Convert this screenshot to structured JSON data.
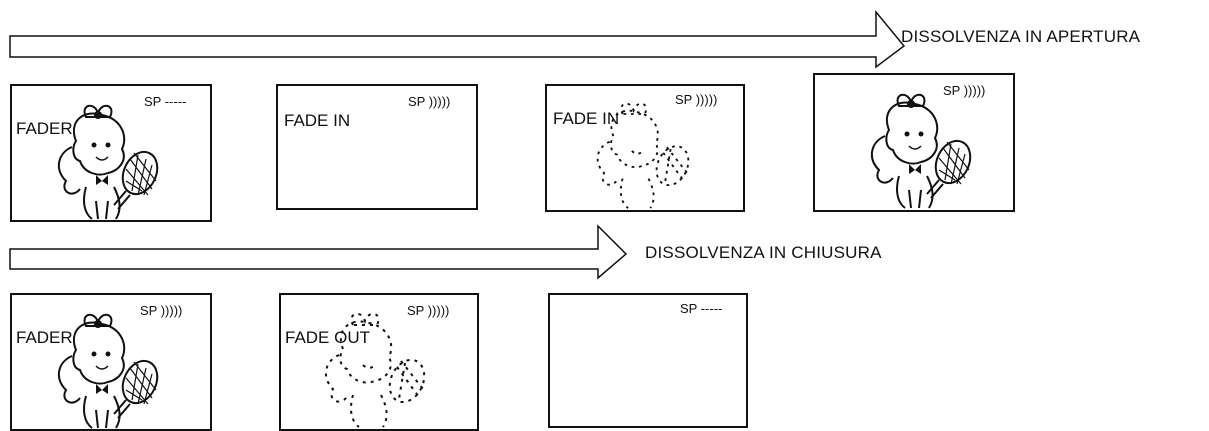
{
  "rows": [
    {
      "arrow_label": "DISSOLVENZA IN APERTURA",
      "frames": [
        {
          "label": "FADER",
          "sp": "SP -----",
          "figure": "solid"
        },
        {
          "label": "FADE IN",
          "sp": "SP )))))",
          "figure": "none"
        },
        {
          "label": "FADE IN",
          "sp": "SP )))))",
          "figure": "dotted"
        },
        {
          "label": "",
          "sp": "SP )))))",
          "figure": "solid"
        }
      ]
    },
    {
      "arrow_label": "DISSOLVENZA IN CHIUSURA",
      "frames": [
        {
          "label": "FADER",
          "sp": "SP )))))",
          "figure": "solid"
        },
        {
          "label": "FADE OUT",
          "sp": "SP )))))",
          "figure": "dotted"
        },
        {
          "label": "",
          "sp": "SP -----",
          "figure": "none"
        }
      ]
    }
  ],
  "icons": {
    "figure": "girl-with-racket-icon",
    "figure_faded": "faded-girl-icon"
  }
}
